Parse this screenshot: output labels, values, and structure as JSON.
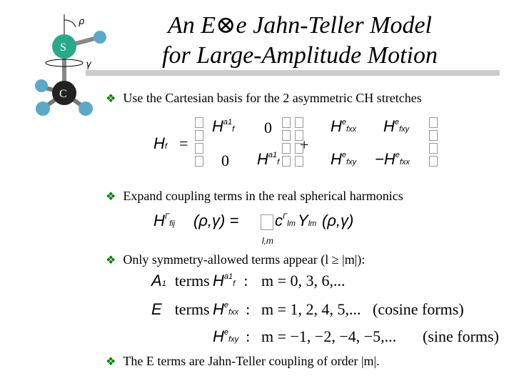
{
  "title": {
    "line1": "An E⊗e Jahn-Teller Model",
    "line2": "for Large-Amplitude Motion"
  },
  "molecule": {
    "atom_top": "S",
    "atom_bottom": "C",
    "rho_label": "ρ",
    "gamma_label": "γ"
  },
  "bullets": [
    "Use the Cartesian basis for the 2 asymmetric CH stretches",
    "Expand coupling terms in the real spherical harmonics",
    "Only symmetry-allowed terms appear (l ≥ |m|):",
    "The E terms are Jahn-Teller coupling of order |m|."
  ],
  "hamiltonian": {
    "lhs": "H",
    "lhs_sub": "f",
    "eq": "=",
    "a1_sym": "H",
    "a1_sup": "a1",
    "a1_sub": "f",
    "zero": "0",
    "plus": "+",
    "e_sup": "e",
    "fxx": "fxx",
    "fxy": "fxy",
    "minus": "−"
  },
  "expansion": {
    "lhs": "H",
    "sup": "Γ",
    "sub": "fij",
    "args": "(ρ,γ) =",
    "c": "c",
    "c_sub": "lm",
    "Y": "Y",
    "Y_sub": "lm",
    "Y_args": "(ρ,γ)",
    "sum_sub": "l,m"
  },
  "terms": {
    "a1": {
      "label": "A",
      "label_sub": "1",
      "word": "terms",
      "sym": "H",
      "sup": "a1",
      "sub": "f",
      "colon": ":",
      "values": "m = 0, 3, 6,...",
      "note": ""
    },
    "e1": {
      "label": "E",
      "word": "terms",
      "sym": "H",
      "sup": "e",
      "sub": "fxx",
      "colon": ":",
      "values": "m = 1, 2, 4, 5,...",
      "note": "(cosine forms)"
    },
    "e2": {
      "sym": "H",
      "sup": "e",
      "sub": "fxy",
      "colon": ":",
      "values": "m = −1, −2, −4, −5,...",
      "note": "(sine forms)"
    }
  },
  "colors": {
    "bullet": "#008000",
    "sulfur": "#2aa98a",
    "carbon": "#222222",
    "hydrogen": "#5aa9c9",
    "rule": "#cccccc"
  }
}
